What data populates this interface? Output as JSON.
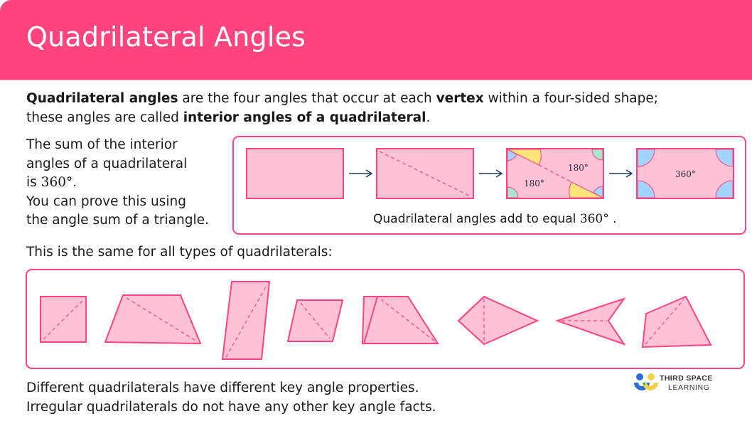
{
  "header": {
    "title": "Quadrilateral Angles",
    "background": "#ff4480"
  },
  "intro": {
    "bold1": "Quadrilateral angles",
    "text1": " are the four angles that occur at each ",
    "bold2": "vertex",
    "text2": " within a four-sided shape;",
    "text3": "these angles are called ",
    "bold3": "interior angles of a quadrilateral",
    "text4": "."
  },
  "sum_text": {
    "line1": "The sum of the interior",
    "line2": "angles of a quadrilateral",
    "line3_prefix": "is ",
    "line3_math": "360°",
    "line3_suffix": ".",
    "line4": "You can prove this using",
    "line5": "the angle sum of a triangle."
  },
  "proof_diagram": {
    "step3_label_top": "180°",
    "step3_label_bottom": "180°",
    "step4_label": "360°",
    "caption_prefix": "Quadrilateral angles add to equal ",
    "caption_math": "360°",
    "caption_suffix": " .",
    "colors": {
      "fill": "#ffc2d6",
      "stroke": "#ff4480",
      "blue": "#a3d3ff",
      "green": "#a8e6cf",
      "yellow": "#ffe47a",
      "arrow": "#1e3a5f"
    }
  },
  "same_text": "This is the same for all types of quadrilaterals:",
  "shapes": [
    "square",
    "trapezium",
    "parallelogram-tall",
    "parallelogram",
    "trapezium-right",
    "kite",
    "arrowhead",
    "irregular"
  ],
  "footer": {
    "line1": "Different quadrilaterals have different key angle properties.",
    "line2": "Irregular quadrilaterals do not have any other key angle facts."
  },
  "logo": {
    "line1": "THIRD SPACE",
    "line2": "LEARNING"
  }
}
